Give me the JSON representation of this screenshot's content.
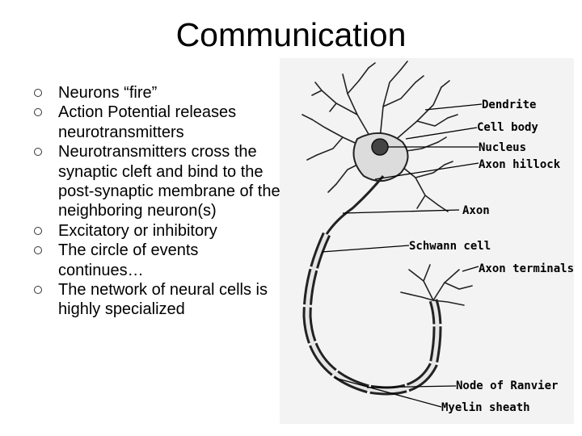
{
  "slide": {
    "title": "Communication"
  },
  "bullets": [
    "Neurons “fire”",
    "Action Potential releases neurotransmitters",
    "Neurotransmitters cross the synaptic cleft and bind to the post-synaptic membrane of the neighboring neuron(s)",
    "Excitatory or inhibitory",
    "The circle of events continues…",
    "The network of neural cells is highly specialized"
  ],
  "figure": {
    "labels": {
      "dendrite": "Dendrite",
      "cell_body": "Cell body",
      "nucleus": "Nucleus",
      "axon_hillock": "Axon hillock",
      "axon": "Axon",
      "schwann_cell": "Schwann cell",
      "axon_terminals": "Axon terminals",
      "node_of_ranvier": "Node of Ranvier",
      "myelin_sheath": "Myelin sheath"
    }
  }
}
